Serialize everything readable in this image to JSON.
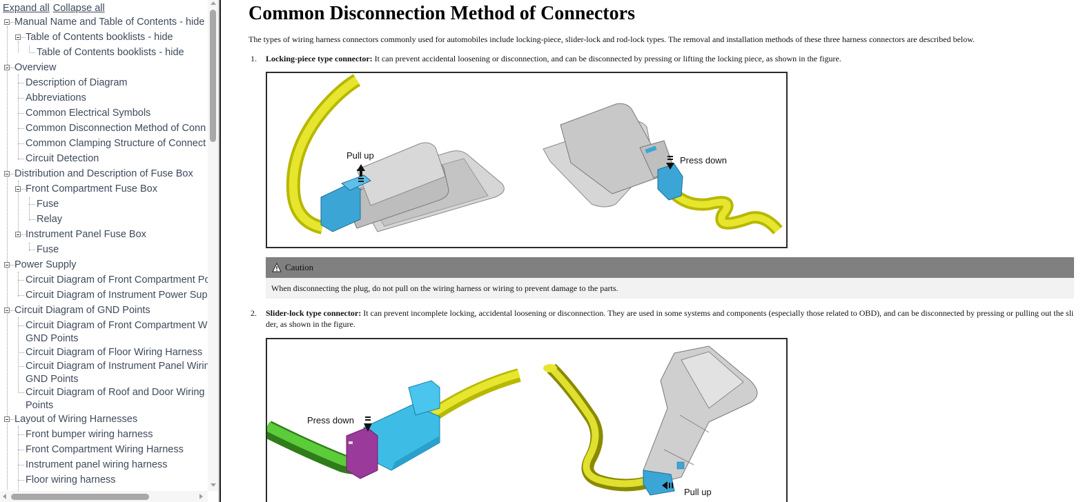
{
  "nav": {
    "expand_all": "Expand all",
    "collapse_all": "Collapse all",
    "items": [
      {
        "label": "Manual Name and Table of Contents - hide",
        "level": 0,
        "expanded": true
      },
      {
        "label": "Table of Contents booklists - hide",
        "level": 1,
        "expanded": true
      },
      {
        "label": "Table of Contents booklists - hide",
        "level": 2
      },
      {
        "label": "Overview",
        "level": 0,
        "expanded": true
      },
      {
        "label": "Description of Diagram",
        "level": 1
      },
      {
        "label": "Abbreviations",
        "level": 1
      },
      {
        "label": "Common Electrical Symbols",
        "level": 1
      },
      {
        "label": "Common Disconnection Method of Connectors",
        "level": 1
      },
      {
        "label": "Common Clamping Structure of Connectors",
        "level": 1
      },
      {
        "label": "Circuit Detection",
        "level": 1
      },
      {
        "label": "Distribution and Description of Fuse Box",
        "level": 0,
        "expanded": true
      },
      {
        "label": "Front Compartment Fuse Box",
        "level": 1,
        "expanded": true
      },
      {
        "label": "Fuse",
        "level": 2
      },
      {
        "label": "Relay",
        "level": 2
      },
      {
        "label": "Instrument Panel Fuse Box",
        "level": 1,
        "expanded": true
      },
      {
        "label": "Fuse",
        "level": 2
      },
      {
        "label": "Power Supply",
        "level": 0,
        "expanded": true
      },
      {
        "label": "Circuit Diagram of Front Compartment Power Supply",
        "level": 1
      },
      {
        "label": "Circuit Diagram of Instrument Power Supply",
        "level": 1
      },
      {
        "label": "Circuit Diagram of GND Points",
        "level": 0,
        "expanded": true
      },
      {
        "label": "Circuit Diagram of Front Compartment Wiring Harness GND Points",
        "level": 1
      },
      {
        "label": "Circuit Diagram of Floor Wiring Harness",
        "level": 1
      },
      {
        "label": "Circuit Diagram of Instrument Panel Wiring Harness GND Points",
        "level": 1
      },
      {
        "label": "Circuit Diagram of Roof and Door Wiring Harness GND Points",
        "level": 1
      },
      {
        "label": "Layout of Wiring Harnesses",
        "level": 0,
        "expanded": true
      },
      {
        "label": "Front bumper wiring harness",
        "level": 1
      },
      {
        "label": "Front Compartment Wiring Harness",
        "level": 1
      },
      {
        "label": "Instrument panel wiring harness",
        "level": 1
      },
      {
        "label": "Floor wiring harness",
        "level": 1
      }
    ],
    "visible": {
      "i0": "Manual Name and Table of Contents - hide",
      "i1": "Table of Contents booklists - hide",
      "i2": "Table of Contents booklists - hide",
      "i3": "Overview",
      "i4": "Description of Diagram",
      "i5": "Abbreviations",
      "i6": "Common Electrical Symbols",
      "i7": "Common Disconnection Method of Conn",
      "i8": "Common Clamping Structure of Connect",
      "i9": "Circuit Detection",
      "i10": "Distribution and Description of Fuse Box",
      "i11": "Front Compartment Fuse Box",
      "i12": "Fuse",
      "i13": "Relay",
      "i14": "Instrument Panel Fuse Box",
      "i15": "Fuse",
      "i16": "Power Supply",
      "i17": "Circuit Diagram of Front Compartment Po",
      "i18": "Circuit Diagram of Instrument Power Sup",
      "i19": "Circuit Diagram of GND Points",
      "i20a": "Circuit Diagram of Front Compartment W",
      "i20b": "GND Points",
      "i21": "Circuit Diagram of Floor Wiring Harness",
      "i22a": "Circuit Diagram of Instrument Panel Wirin",
      "i22b": "GND Points",
      "i23a": "Circuit Diagram of Roof and Door Wiring",
      "i23b": "Points",
      "i24": "Layout of Wiring Harnesses",
      "i25": "Front bumper wiring harness",
      "i26": "Front Compartment Wiring Harness",
      "i27": "Instrument panel wiring harness",
      "i28": "Floor wiring harness"
    }
  },
  "content": {
    "title": "Common Disconnection Method of Connectors",
    "intro": "The types of wiring harness connectors commonly used for automobiles include locking-piece, slider-lock and rod-lock types. The removal and installation methods of these three harness connectors are described below.",
    "steps": [
      {
        "number": "1.",
        "term": "Locking-piece type connector:",
        "text": " It can prevent accidental loosening or disconnection, and can be disconnected by pressing or lifting the locking piece, as shown in the figure.",
        "figure_labels": [
          "Pull up",
          "Press down"
        ]
      },
      {
        "number": "2.",
        "term": "Slider-lock type connector:",
        "text": " It can prevent incomplete locking, accidental loosening or disconnection. They are used in some systems and components (especially those related to OBD), and can be disconnected by pressing or pulling out the sli",
        "text_line2": "der, as shown in the figure.",
        "figure_labels": [
          "Press down",
          "Pull up"
        ]
      }
    ],
    "caution": {
      "icon": "warning-triangle-icon",
      "title": "Caution",
      "body": "When disconnecting the plug, do not pull on the wiring harness or wiring to prevent damage to the parts."
    }
  },
  "colors": {
    "wire_yellow": "#d8d81c",
    "wire_green": "#4caf2a",
    "connector_blue": "#3bb0d9",
    "connector_purple": "#9a3a9a",
    "housing_gray": "#c8c8c8",
    "caution_header": "#808080",
    "caution_body": "#f2f2f2"
  }
}
